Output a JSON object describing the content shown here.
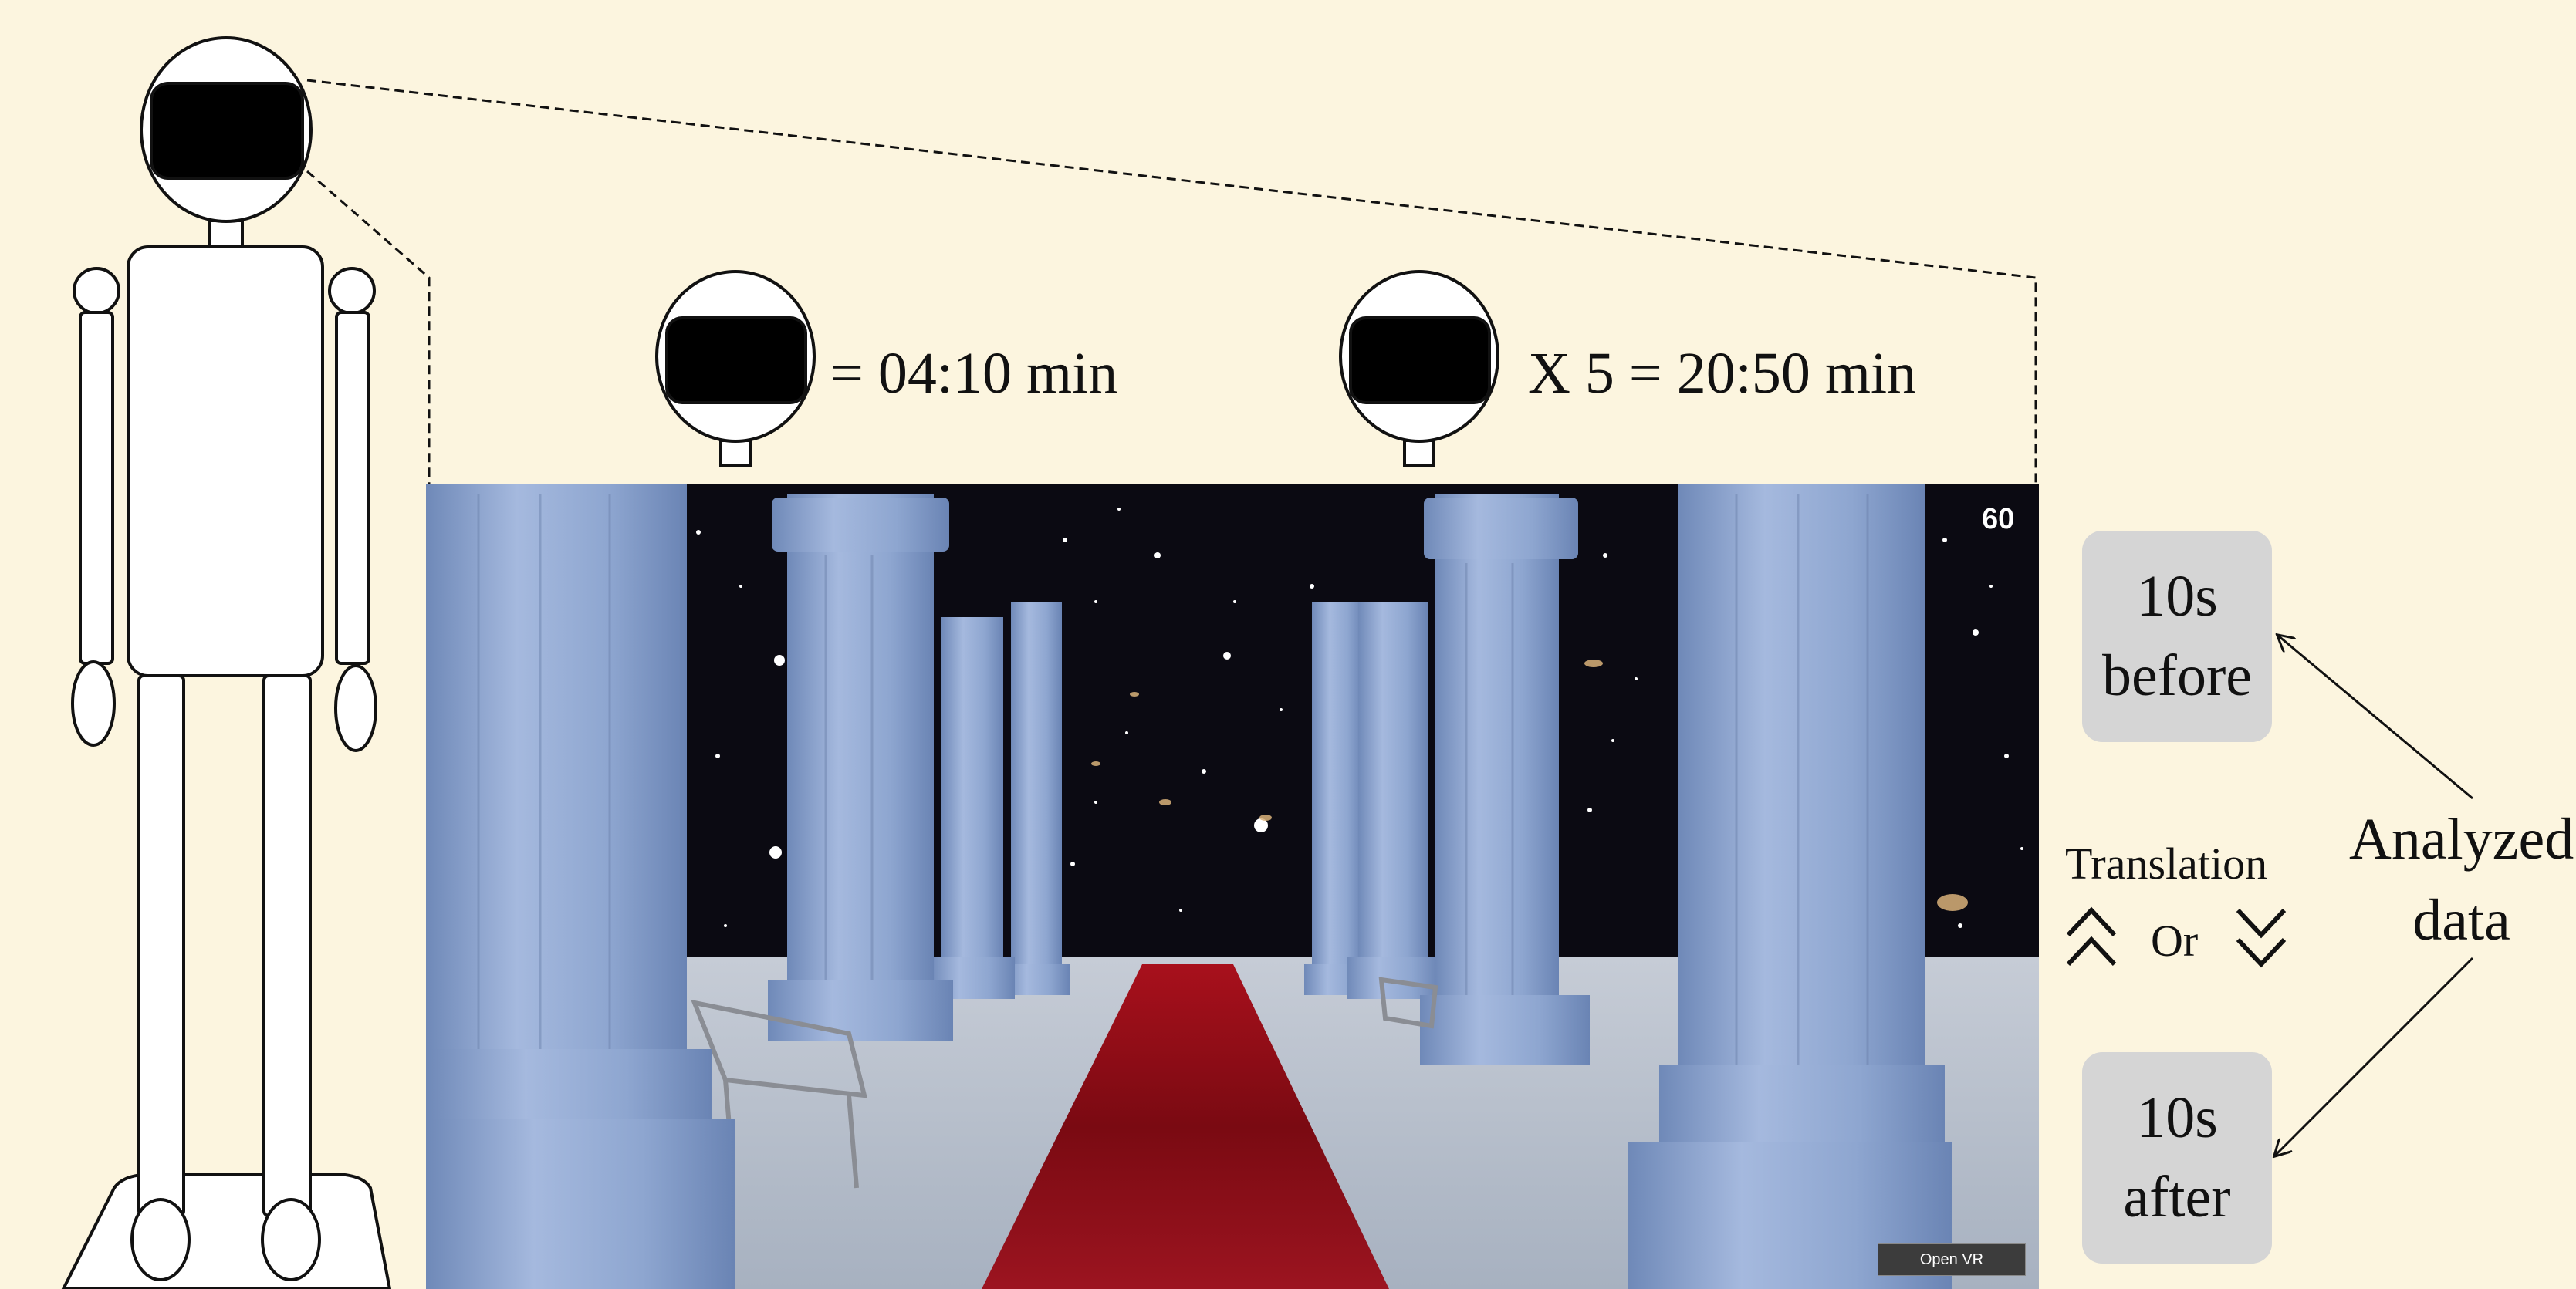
{
  "single_session": {
    "label": "= 04:10 min"
  },
  "total_sessions": {
    "label": "X 5 = 20:50 min"
  },
  "vr_view": {
    "fps_counter": "60",
    "open_vr_button": "Open VR"
  },
  "before_box": {
    "line1": "10s",
    "line2": "before"
  },
  "after_box": {
    "line1": "10s",
    "line2": "after"
  },
  "translation": {
    "label": "Translation",
    "or": "Or"
  },
  "analyzed": {
    "line1": "Analyzed",
    "line2": "data"
  },
  "colors": {
    "background": "#fcf5df",
    "box": "#d5d5d5",
    "pillar": "#8ca3cc",
    "carpet": "#8e0c14",
    "floor": "#b7bfcb",
    "space": "#0b0a12"
  }
}
